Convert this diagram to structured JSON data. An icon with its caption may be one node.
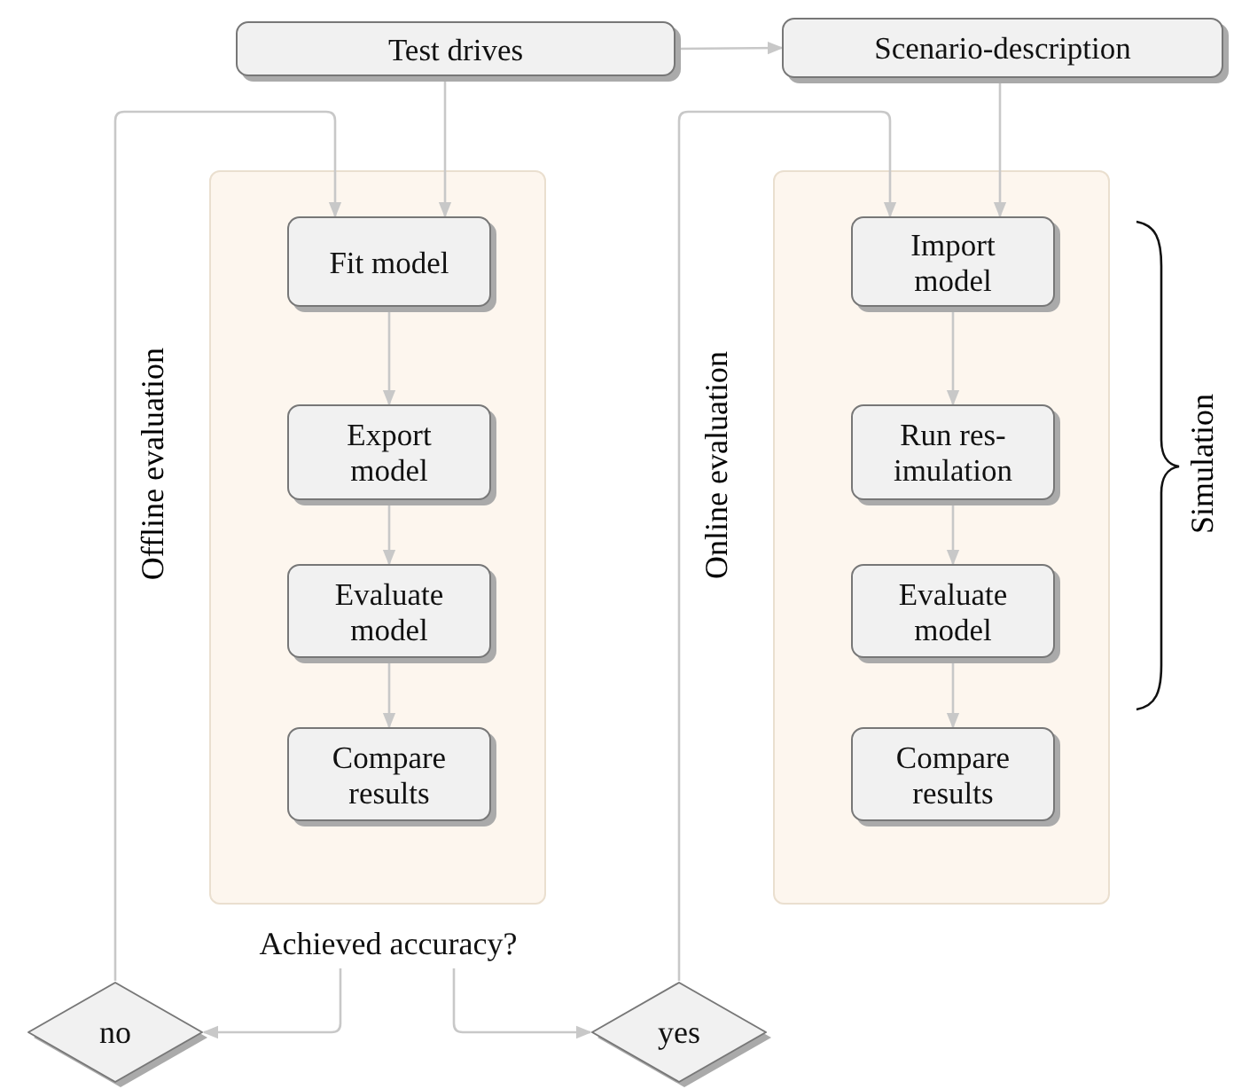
{
  "diagram": {
    "nodes": [
      {
        "text": [
          "Test drives"
        ]
      },
      {
        "text": [
          "Scenario-description"
        ]
      },
      {
        "text": [],
        "shape": "box"
      },
      {
        "text": [
          "Fit model"
        ],
        "in": 2
      },
      {
        "text": [
          "Export model"
        ],
        "in": 2
      },
      {
        "text": [
          "Evaluate model"
        ],
        "in": 2
      },
      {
        "text": [
          "Compare results"
        ],
        "in": 2
      },
      {
        "text": [],
        "shape": "box"
      },
      {
        "text": [
          "Import model"
        ],
        "in": 7
      },
      {
        "text": [
          "Run res- imulation"
        ],
        "in": 7
      },
      {
        "text": [
          "Evaluate model"
        ],
        "in": 7
      },
      {
        "text": [
          "Compare results"
        ],
        "in": 7
      },
      {
        "text": [
          "Achieved accuracy?"
        ]
      },
      {
        "text": [
          "no"
        ]
      },
      {
        "text": [
          "yes"
        ]
      }
    ],
    "edges": [
      {
        "from": 0,
        "to": 1,
        "arrow": "to"
      },
      {
        "from": 0,
        "to": 3,
        "arrow": "to"
      },
      {
        "from": 3,
        "to": 4,
        "arrow": "to"
      },
      {
        "from": 4,
        "to": 5,
        "arrow": "to"
      },
      {
        "from": 5,
        "to": 6,
        "arrow": "to"
      },
      {
        "from": 1,
        "to": 8,
        "arrow": "to"
      },
      {
        "from": 8,
        "to": 9,
        "arrow": "to"
      },
      {
        "from": 9,
        "to": 10,
        "arrow": "to"
      },
      {
        "from": 10,
        "to": 11,
        "arrow": "to"
      },
      {
        "from": 12,
        "to": 13,
        "arrow": "to"
      },
      {
        "from": 12,
        "to": 14,
        "arrow": "to"
      },
      {
        "from": 13,
        "to": 3,
        "arrow": "to"
      },
      {
        "from": 14,
        "to": 8,
        "arrow": "to"
      }
    ],
    "labels": [
      "Offline evaluation",
      "Online evaluation",
      "Simulation"
    ]
  }
}
